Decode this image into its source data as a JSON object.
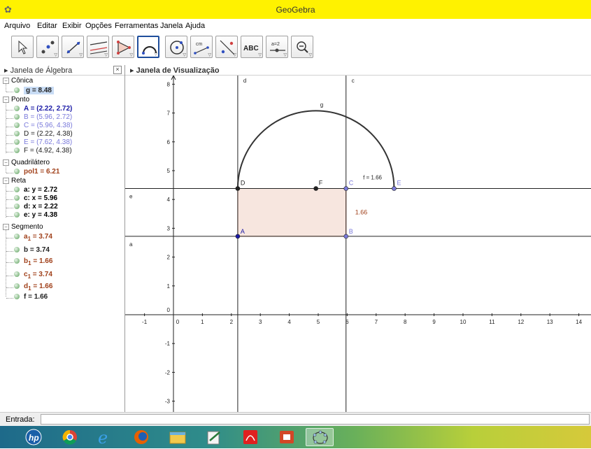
{
  "window": {
    "title": "GeoGebra"
  },
  "menu": [
    "Arquivo",
    "Editar",
    "Exibir",
    "Opções",
    "Ferramentas",
    "Janela",
    "Ajuda"
  ],
  "toolbar": {
    "tools": [
      "move-tool",
      "point-tool",
      "line-tool",
      "perpendicular-tool",
      "polygon-tool",
      "semicircle-tool",
      "circle-tool",
      "distance-tool",
      "reflect-tool",
      "text-tool",
      "slider-tool",
      "zoom-tool"
    ],
    "selected": "semicircle-tool",
    "text_label": "ABC",
    "slider_label": "a=2",
    "distance_label": "cm"
  },
  "algebra": {
    "header": "Janela de Álgebra",
    "close": "×",
    "groups": [
      {
        "name": "Cônica",
        "items": [
          {
            "text": "g = 8.48",
            "color": "#222222",
            "selected": true
          }
        ]
      },
      {
        "name": "Ponto",
        "items": [
          {
            "text": "A = (2.22, 2.72)",
            "color": "#1a1aa6"
          },
          {
            "text": "B = (5.96, 2.72)",
            "color": "#7a7adb"
          },
          {
            "text": "C = (5.96, 4.38)",
            "color": "#7a7adb"
          },
          {
            "text": "D = (2.22, 4.38)",
            "color": "#222222"
          },
          {
            "text": "E = (7.62, 4.38)",
            "color": "#7a7adb"
          },
          {
            "text": "F = (4.92, 4.38)",
            "color": "#222222"
          }
        ]
      },
      {
        "name": "Quadrilátero",
        "items": [
          {
            "text": "pol1 = 6.21",
            "color": "#a0401a"
          }
        ]
      },
      {
        "name": "Reta",
        "items": [
          {
            "text": "a: y = 2.72",
            "color": "#222222"
          },
          {
            "text": "c: x = 5.96",
            "color": "#222222"
          },
          {
            "text": "d: x = 2.22",
            "color": "#222222"
          },
          {
            "text": "e: y = 4.38",
            "color": "#222222"
          }
        ]
      },
      {
        "name": "Segmento",
        "items": [
          {
            "base": "a",
            "sub": "1",
            "rest": " = 3.74",
            "color": "#a0401a"
          },
          {
            "base": "b",
            "sub": "",
            "rest": " = 3.74",
            "color": "#222222"
          },
          {
            "base": "b",
            "sub": "1",
            "rest": " = 1.66",
            "color": "#a0401a"
          },
          {
            "base": "c",
            "sub": "1",
            "rest": " = 3.74",
            "color": "#a0401a"
          },
          {
            "base": "d",
            "sub": "1",
            "rest": " = 1.66",
            "color": "#a0401a"
          },
          {
            "base": "f",
            "sub": "",
            "rest": " = 1.66",
            "color": "#222222"
          }
        ]
      }
    ]
  },
  "graphics": {
    "header": "Janela de Visualização",
    "x_ticks": [
      "-1",
      "0",
      "1",
      "2",
      "3",
      "4",
      "5",
      "6",
      "7",
      "8",
      "9",
      "10",
      "11",
      "12",
      "13",
      "14"
    ],
    "y_ticks": [
      "-3",
      "-2",
      "-1",
      "0",
      "1",
      "2",
      "3",
      "4",
      "5",
      "6",
      "7",
      "8"
    ],
    "points": [
      {
        "name": "A",
        "x": 2.22,
        "y": 2.72,
        "color": "#1a1aa6"
      },
      {
        "name": "B",
        "x": 5.96,
        "y": 2.72,
        "color": "#7a7adb"
      },
      {
        "name": "C",
        "x": 5.96,
        "y": 4.38,
        "color": "#7a7adb"
      },
      {
        "name": "D",
        "x": 2.22,
        "y": 4.38,
        "color": "#222222"
      },
      {
        "name": "E",
        "x": 7.62,
        "y": 4.38,
        "color": "#7a7adb"
      },
      {
        "name": "F",
        "x": 4.92,
        "y": 4.38,
        "color": "#222222"
      }
    ],
    "line_labels": {
      "a": "a",
      "c": "c",
      "d": "d",
      "e": "e",
      "g": "g"
    },
    "semicircle": {
      "cx": 4.92,
      "cy": 4.38,
      "r": 2.7
    },
    "rect_label": "1.66",
    "segment_label": "f = 1.66",
    "fill_color": "#f7e6df",
    "edge_color": "#d4704a"
  },
  "input": {
    "label": "Entrada:",
    "value": ""
  },
  "taskbar": [
    "hp-logo",
    "chrome-icon",
    "ie-icon",
    "firefox-icon",
    "explorer-icon",
    "notes-icon",
    "pdf-icon",
    "ppt-icon",
    "geogebra-icon"
  ]
}
